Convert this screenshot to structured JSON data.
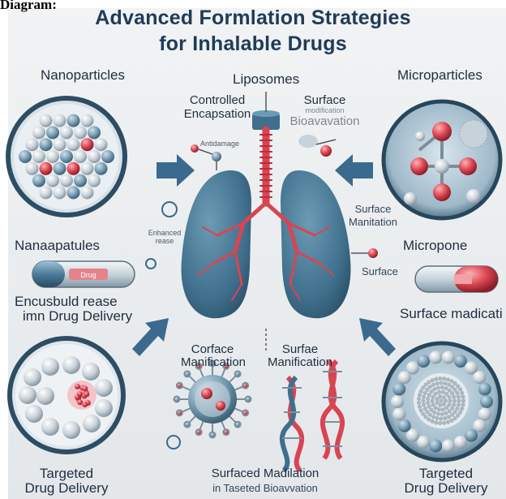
{
  "corner_label": "Diagram:",
  "title": {
    "line1": "Advanced Formlation Strategies",
    "line2": "for Inhalable Drugs"
  },
  "labels": {
    "nanoparticles": "Nanoparticles",
    "liposomes": "Liposomes",
    "microparticles": "Microparticles",
    "controlled_1": "Controlled",
    "controlled_2": "Encapsation",
    "surface_top_1": "Surface",
    "surface_top_2": "modification",
    "surface_top_3": "Bioavavation",
    "antidamage": "Antidamage",
    "surface_right_1": "Surface",
    "surface_right_2": "Manitation",
    "enhanced_1": "Enhanced",
    "enhanced_2": "rease",
    "nanocapsules": "Nanaapatules",
    "micropore": "Micropone",
    "surface_mid": "Surface",
    "encapsulated_1": "Encusbuld rease",
    "encapsulated_2": "imn Drug Delivery",
    "surface_modification_right": "Surface madicati",
    "corface_1": "Corface",
    "corface_2": "Manification",
    "surfae_1": "Surfae",
    "surfae_2": "Manification",
    "targeted_left_1": "Targeted",
    "targeted_left_2": "Drug Delivery",
    "bottom_center_1": "Surfaced Madilation",
    "bottom_center_2": "in Taseted Bioavvation",
    "targeted_right_1": "Targeted",
    "targeted_right_2": "Drug Delivery",
    "capsule_text": "Drug"
  },
  "colors": {
    "title": "#1f3b57",
    "lung": "#3f6f8c",
    "airway": "#d94452",
    "arrow": "#3b6a8f",
    "accent_red": "#d8434e"
  },
  "icons": [
    "nanoparticle-sphere-cluster-icon",
    "liposome-cluster-icon",
    "microparticle-molecule-icon",
    "nanocapsule-icon",
    "micropore-capsule-icon",
    "targeted-nanoparticle-icon",
    "targeted-microparticle-icon",
    "lungs-icon",
    "virus-icon",
    "dna-helix-icon",
    "arrow-icon"
  ]
}
